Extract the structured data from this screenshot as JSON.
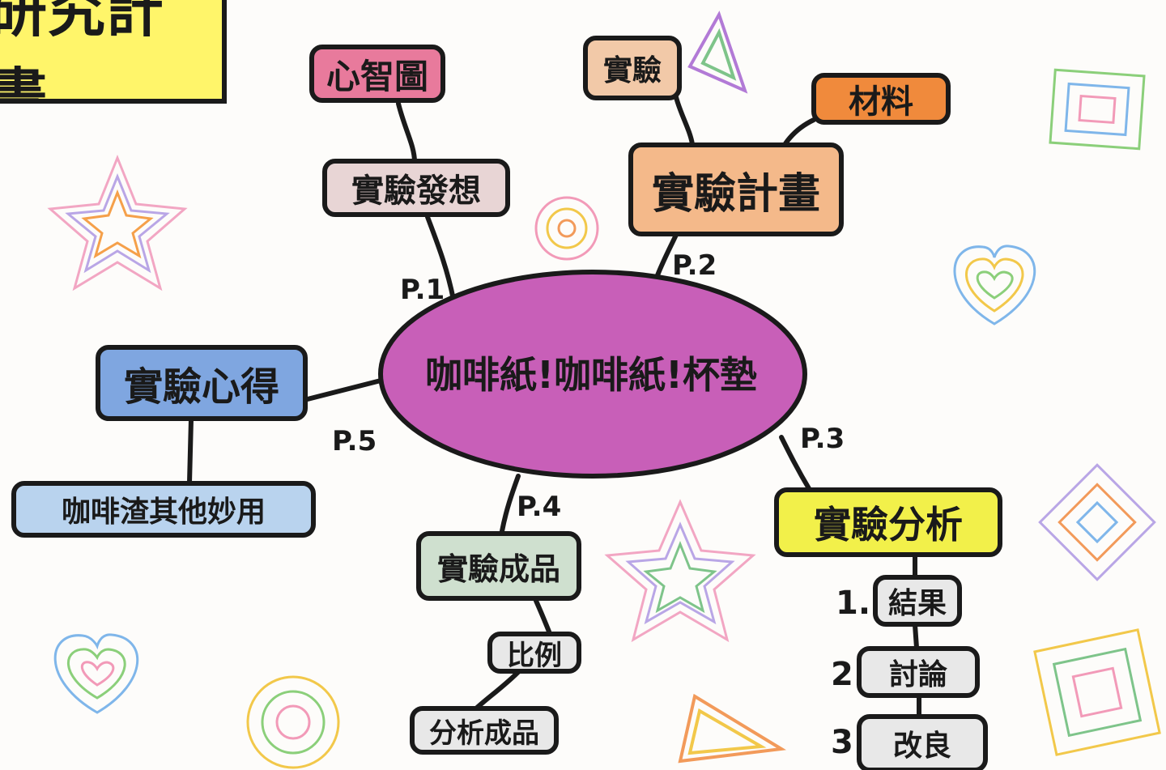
{
  "title": "研究計畫",
  "center": {
    "label": "咖啡紙!咖啡紙!杯墊",
    "color": "#c85fb8"
  },
  "page_labels": {
    "p1": "P.1",
    "p2": "P.2",
    "p3": "P.3",
    "p4": "P.4",
    "p5": "P.5"
  },
  "branches": {
    "mind_map": "心智圖",
    "idea": "實驗發想",
    "experiment": "實驗",
    "materials": "材料",
    "plan": "實驗計畫",
    "analysis": "實驗分析",
    "result": "結果",
    "discussion": "討論",
    "improve": "改良",
    "product": "實驗成品",
    "ratio": "比例",
    "analyze_product": "分析成品",
    "reflection": "實驗心得",
    "coffee_other": "咖啡渣其他妙用"
  },
  "numbers": {
    "n1": "1.",
    "n2": "2.",
    "n3": "3."
  },
  "colors": {
    "title": "#fff56a",
    "mind_map": "#e87a9c",
    "experiment": "#f2c9a8",
    "materials": "#f08a3c",
    "plan": "#f4b98a",
    "idea": "#e8d5d5",
    "analysis": "#f2f04a",
    "reflection": "#7fa6e0",
    "coffee_other": "#b9d3ee",
    "product": "#cfe0cf",
    "small": "#e8e8e8"
  },
  "decorations": [
    "star-icon",
    "heart-icon",
    "triangle-icon",
    "square-icon",
    "circle-icon"
  ]
}
